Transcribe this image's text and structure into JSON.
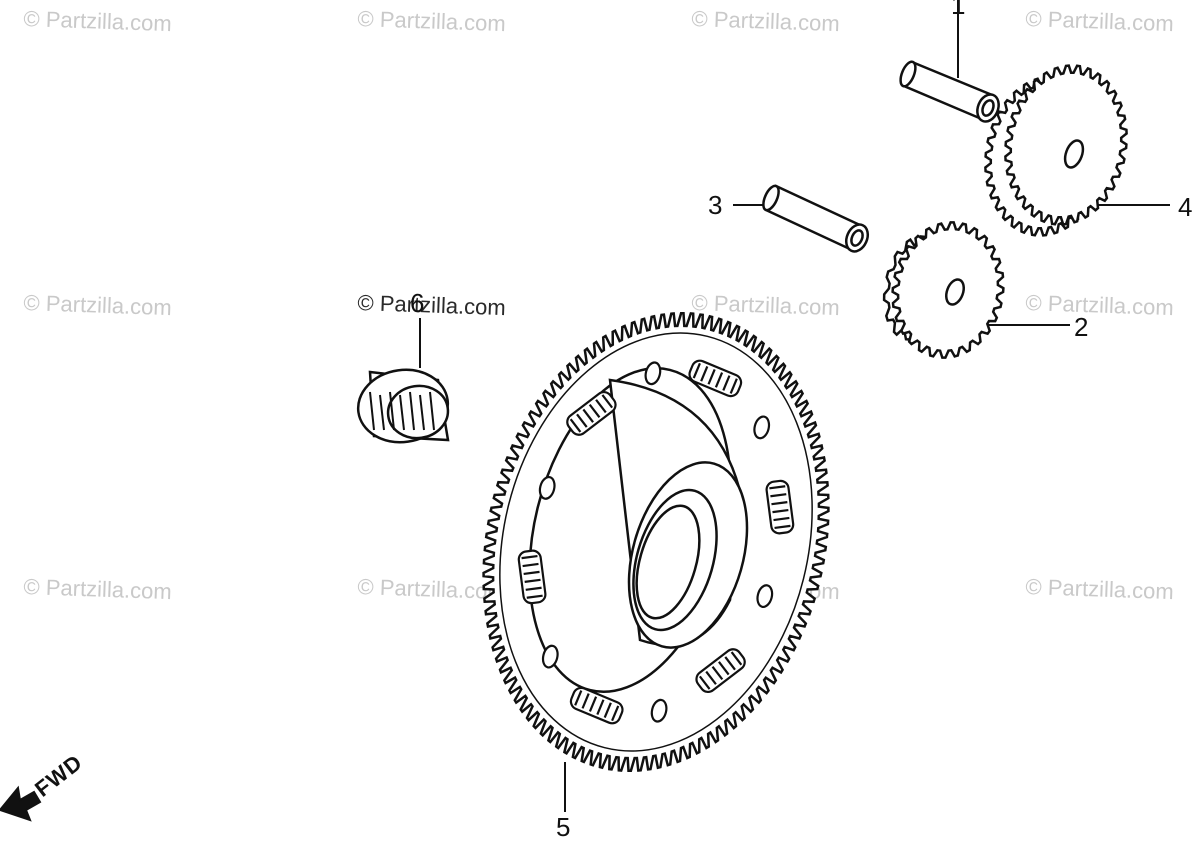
{
  "watermark": {
    "text": "© Partzilla.com",
    "center_text": "© Partzilla.com"
  },
  "callouts": {
    "c1": "1",
    "c2": "2",
    "c3": "3",
    "c4": "4",
    "c5": "5",
    "c6": "6"
  },
  "fwd_label": "FWD",
  "colors": {
    "line": "#111111",
    "background": "#ffffff",
    "watermark": "#c9c9c9"
  }
}
